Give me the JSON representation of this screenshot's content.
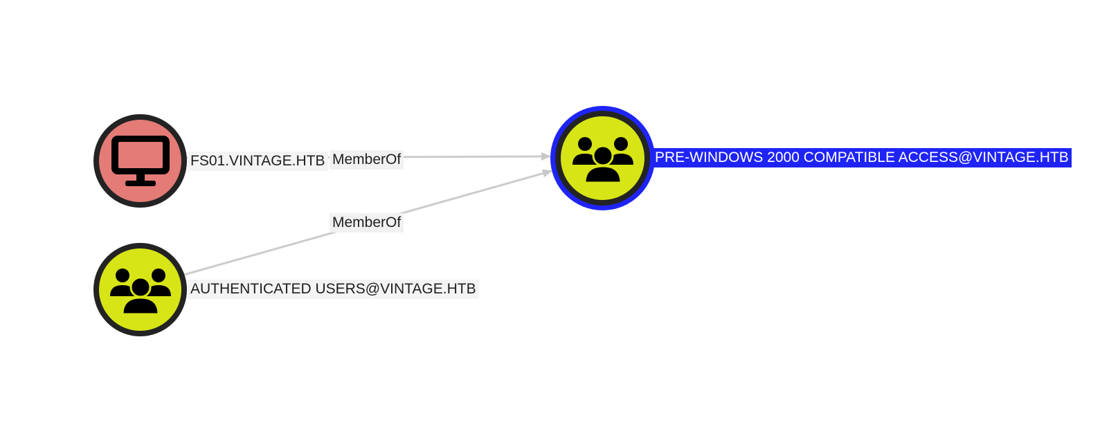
{
  "nodes": {
    "fs01": {
      "label": "FS01.VINTAGE.HTB",
      "kind": "computer",
      "icon": "monitor-icon",
      "fill": "#e47b76",
      "ring": "#232323"
    },
    "auth_users": {
      "label": "AUTHENTICATED USERS@VINTAGE.HTB",
      "kind": "group",
      "icon": "users-group-icon",
      "fill": "#d7e517",
      "ring": "#232323"
    },
    "prewin2000": {
      "label": "PRE-WINDOWS 2000 COMPATIBLE ACCESS@VINTAGE.HTB",
      "kind": "group",
      "icon": "users-group-icon",
      "fill": "#d7e517",
      "ring": "#232323",
      "selected": true,
      "selection_color": "#1f24f5"
    }
  },
  "edges": [
    {
      "from": "FS01.VINTAGE.HTB",
      "to": "PRE-WINDOWS 2000 COMPATIBLE ACCESS@VINTAGE.HTB",
      "label": "MemberOf"
    },
    {
      "from": "AUTHENTICATED USERS@VINTAGE.HTB",
      "to": "PRE-WINDOWS 2000 COMPATIBLE ACCESS@VINTAGE.HTB",
      "label": "MemberOf"
    }
  ],
  "edge_color": "#cccccc"
}
